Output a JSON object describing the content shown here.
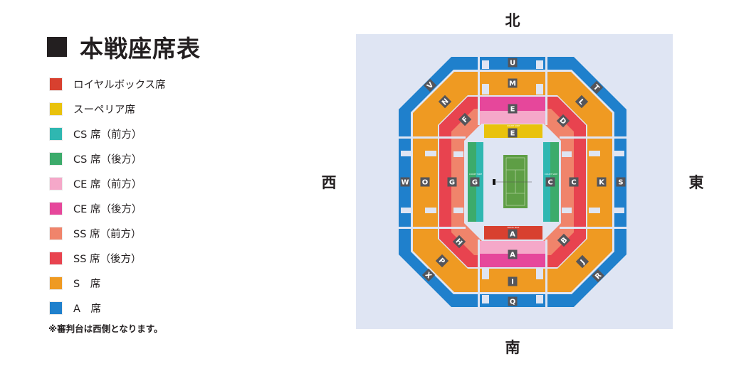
{
  "title": "本戦座席表",
  "legend": [
    {
      "label": "ロイヤルボックス席",
      "color": "#d8402f"
    },
    {
      "label": "スーペリア席",
      "color": "#e9c20c"
    },
    {
      "label": "CS 席（前方）",
      "color": "#2fb7b1"
    },
    {
      "label": "CS 席（後方）",
      "color": "#3cab6b"
    },
    {
      "label": "CE 席（前方）",
      "color": "#f5a8c9"
    },
    {
      "label": "CE 席（後方）",
      "color": "#e6479b"
    },
    {
      "label": "SS 席（前方）",
      "color": "#f0846b"
    },
    {
      "label": "SS 席（後方）",
      "color": "#e8434f"
    },
    {
      "label": "S　席",
      "color": "#ef9a22"
    },
    {
      "label": "A　席",
      "color": "#1f80cc"
    }
  ],
  "note": "※審判台は西側となります。",
  "directions": {
    "north": "北",
    "south": "南",
    "west": "西",
    "east": "東"
  },
  "colors": {
    "background": "#dfe5f3",
    "court": "#5e9e45",
    "label_bg": "#55555a"
  },
  "sections": {
    "U": "U",
    "M": "M",
    "E_back": "E",
    "E_front": "E",
    "A_front": "A",
    "A_back": "A",
    "I": "I",
    "Q": "Q",
    "W": "W",
    "O": "O",
    "G_back": "G",
    "G_front": "G",
    "C_front": "C",
    "C_back": "C",
    "K": "K",
    "S": "S",
    "V": "V",
    "N": "N",
    "F": "F",
    "D": "D",
    "L": "L",
    "T": "T",
    "H": "H",
    "P": "P",
    "X": "X",
    "B": "B",
    "J": "J",
    "R": "R"
  },
  "small_labels": {
    "court_side": "COURT SIDE",
    "royal_box": "ROYAL BOX",
    "superior": "COURT SIDE"
  }
}
